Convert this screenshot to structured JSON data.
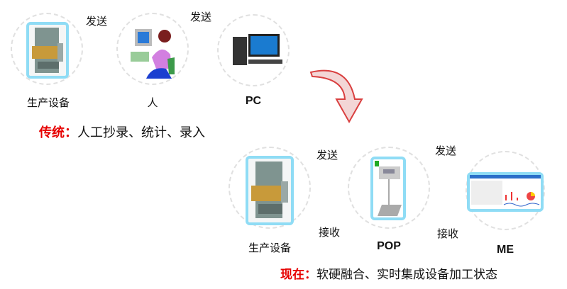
{
  "traditional": {
    "nodes": [
      {
        "label": "生产设备",
        "icon": "press-machine-icon"
      },
      {
        "label": "人",
        "icon": "person-at-computer-icon"
      },
      {
        "label": "PC",
        "icon": "desktop-pc-icon"
      }
    ],
    "send_labels": [
      "发送",
      "发送"
    ],
    "caption_prefix": "传统：",
    "caption": "人工抄录、统计、录入"
  },
  "current": {
    "nodes": [
      {
        "label": "生产设备",
        "icon": "press-machine-icon"
      },
      {
        "label": "POP",
        "icon": "pop-terminal-icon"
      },
      {
        "label": "ME",
        "icon": "mes-dashboard-icon"
      }
    ],
    "send_labels": [
      "发送",
      "发送"
    ],
    "receive_labels": [
      "接收",
      "接收"
    ],
    "caption_prefix": "现在：",
    "caption": "软硬融合、实时集成设备加工状态"
  },
  "colors": {
    "accent": "#e60000",
    "arrow": "#d94040",
    "frame": "#8fdcf5"
  }
}
